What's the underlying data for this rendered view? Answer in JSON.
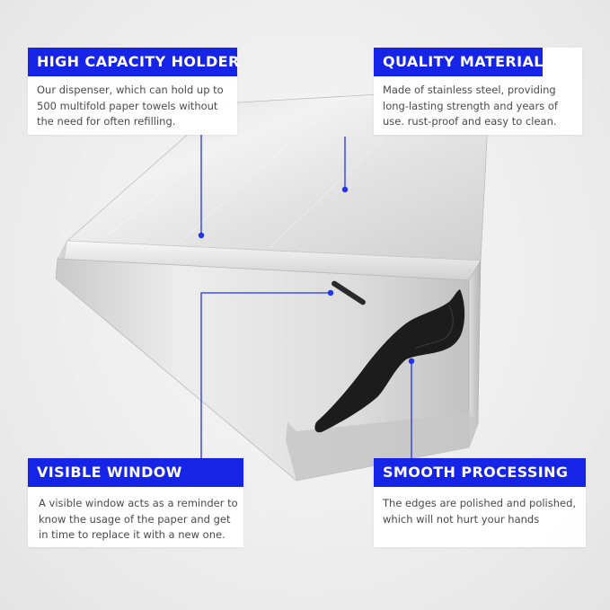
{
  "features": {
    "high_capacity": {
      "title": "HIGH CAPACITY HOLDER",
      "description": "Our dispenser, which can hold up to 500 multifold paper towels without the need for often refilling."
    },
    "quality_material": {
      "title": "QUALITY MATERIAL",
      "description": "Made of stainless steel, providing long-lasting strength and years of use. rust-proof and easy to clean."
    },
    "visible_window": {
      "title": "VISIBLE WINDOW",
      "description": "A visible window acts as a reminder to know the usage of the paper and get in time to replace it with a new one."
    },
    "smooth_processing": {
      "title": "SMOOTH PROCESSING",
      "description": "The edges are polished and polished, which will not hurt your hands"
    }
  },
  "colors": {
    "title_background": "#1524e6",
    "title_text": "#ffffff",
    "callout_line": "#2233ee",
    "description_text": "#4a4a4a"
  }
}
